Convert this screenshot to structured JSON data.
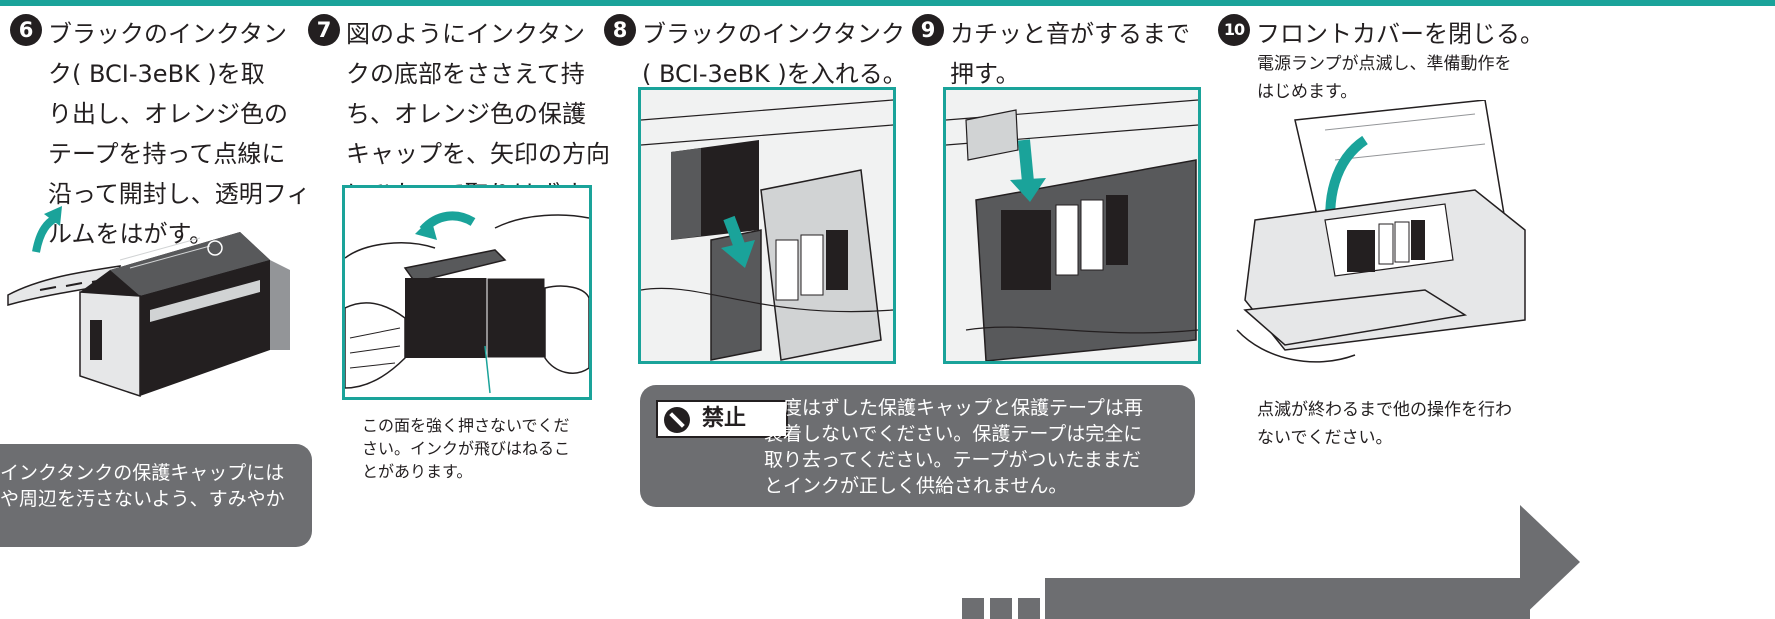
{
  "colors": {
    "accent": "#1aa39a",
    "callout": "#6d6e71",
    "ink": "#231f20"
  },
  "steps": [
    {
      "num": "6",
      "lines": [
        "ブラックのインクタン",
        "ク( BCI-3eBK )を取",
        "り出し、オレンジ色の",
        "テープを持って点線に",
        "沿って開封し、透明フィ",
        "ルムをはがす。"
      ]
    },
    {
      "num": "7",
      "lines": [
        "図のようにインクタン",
        "クの底部をささえて持",
        "ち、オレンジ色の保護",
        "キャップを、矢印の方向",
        "にひねって取りはずす。"
      ]
    },
    {
      "num": "8",
      "lines": [
        "ブラックのインクタンク",
        "( BCI-3eBK )を入れる。"
      ]
    },
    {
      "num": "9",
      "lines": [
        "カチッと音がするまで",
        "押す。"
      ]
    },
    {
      "num": "10",
      "lines": [
        "フロントカバーを閉じる。"
      ]
    }
  ],
  "step10_sub": [
    "電源ランプが点滅し、準備動作を",
    "はじめます。"
  ],
  "step10_note": [
    "点滅が終わるまで他の操作を行わ",
    "ないでください。"
  ],
  "step7_note": [
    "この面を強く押さないでくだ",
    "さい。インクが飛びはねるこ",
    "とがあります。"
  ],
  "left_callout": [
    "インクタンクの保護キャップには",
    "や周辺を汚さないよう、すみやか"
  ],
  "warning": {
    "badge": "禁止",
    "icon": "prohibition-icon",
    "lines": [
      "一度はずした保護キャップと保護テープは再",
      "装着しないでください。保護テープは完全に",
      "取り去ってください。テープがついたままだ",
      "とインクが正しく供給されません。"
    ]
  }
}
